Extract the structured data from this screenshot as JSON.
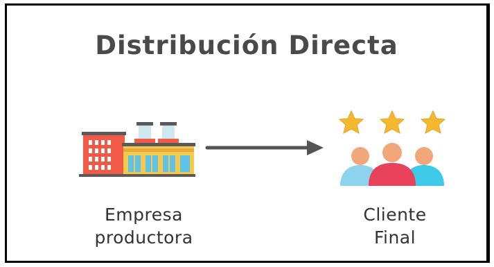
{
  "title": "Distribución Directa",
  "nodes": [
    {
      "icon": "factory-icon",
      "label_lines": [
        "Empresa",
        "productora"
      ]
    },
    {
      "icon": "customers-with-stars-icon",
      "label_lines": [
        "Cliente",
        "Final"
      ]
    }
  ],
  "edge": {
    "from": "Empresa productora",
    "to": "Cliente Final",
    "icon": "arrow-right-icon"
  },
  "colors": {
    "title": "#4a4a4a",
    "arrow": "#545454",
    "factory_red": "#f05a46",
    "factory_yellow": "#f7c94a",
    "factory_window": "#5ec3e6",
    "star": "#f5b82e",
    "person_red": "#e8425a",
    "person_blue": "#3ec9e9"
  }
}
